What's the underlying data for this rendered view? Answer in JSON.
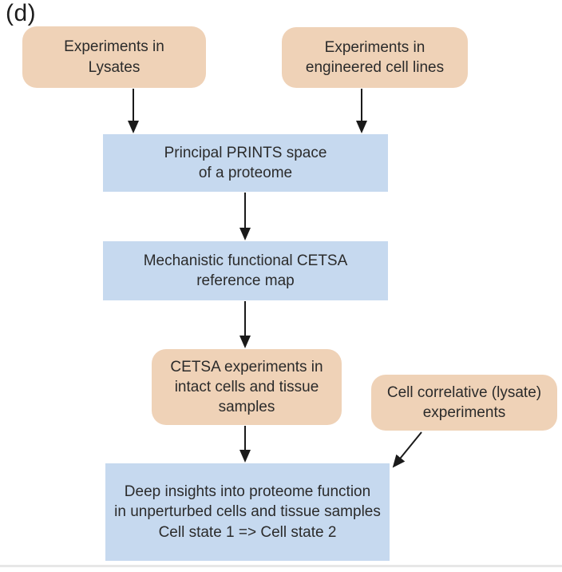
{
  "figure_label": "(d)",
  "colors": {
    "node_tan": "#efd2b7",
    "node_blue": "#c6d9ef",
    "arrow": "#1a1a1a",
    "text": "#2b2b2b",
    "background": "#ffffff"
  },
  "nodes": [
    {
      "id": "experiments-lysates",
      "shape": "rounded-tan",
      "label": "Experiments in\nLysates"
    },
    {
      "id": "experiments-engineered",
      "shape": "rounded-tan",
      "label": "Experiments in\nengineered cell lines"
    },
    {
      "id": "prints-space",
      "shape": "rect-blue",
      "label": "Principal PRINTS space\nof a proteome"
    },
    {
      "id": "cetsa-reference-map",
      "shape": "rect-blue",
      "label": "Mechanistic functional CETSA\nreference map"
    },
    {
      "id": "cetsa-experiments",
      "shape": "rounded-tan",
      "label": "CETSA experiments in\nintact cells and tissue\nsamples"
    },
    {
      "id": "cell-correlative",
      "shape": "rounded-tan",
      "label": "Cell correlative (lysate)\nexperiments"
    },
    {
      "id": "deep-insights",
      "shape": "rect-blue",
      "label": "Deep insights into proteome function\nin unperturbed cells and tissue samples\nCell state 1 => Cell state 2"
    }
  ],
  "edges": [
    {
      "from": "experiments-lysates",
      "to": "prints-space"
    },
    {
      "from": "experiments-engineered",
      "to": "prints-space"
    },
    {
      "from": "prints-space",
      "to": "cetsa-reference-map"
    },
    {
      "from": "cetsa-reference-map",
      "to": "cetsa-experiments"
    },
    {
      "from": "cetsa-experiments",
      "to": "deep-insights"
    },
    {
      "from": "cell-correlative",
      "to": "deep-insights"
    }
  ]
}
